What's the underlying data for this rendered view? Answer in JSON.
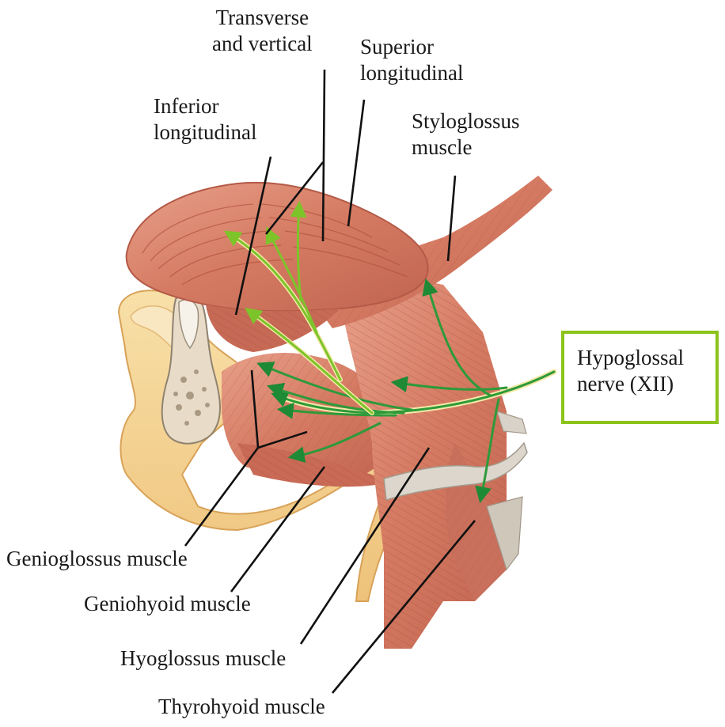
{
  "labels": {
    "transverse_vertical": [
      "Transverse",
      "and vertical"
    ],
    "superior_longitudinal": [
      "Superior",
      "longitudinal"
    ],
    "inferior_longitudinal": [
      "Inferior",
      "longitudinal"
    ],
    "styloglossus": [
      "Styloglossus",
      "muscle"
    ],
    "hypoglossal_nerve": [
      "Hypoglossal",
      "nerve  (XII)"
    ],
    "genioglossus": "Genioglossus muscle",
    "geniohyoid": "Geniohyoid muscle",
    "hyoglossus": "Hyoglossus muscle",
    "thyrohyoid": "Thyrohyoid muscle"
  },
  "colors": {
    "muscle": "#d9806a",
    "muscle_dark": "#b85a48",
    "bone": "#f3d39a",
    "nerve_green": "#2e9a3a",
    "nerve_light": "#8cc31c",
    "box_border": "#8cc31c"
  }
}
